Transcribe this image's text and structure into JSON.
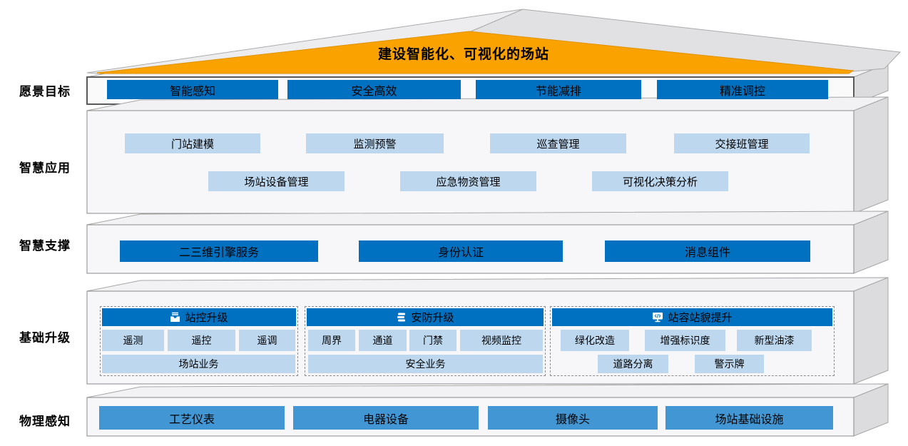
{
  "roof": {
    "title": "建设智能化、可视化的场站"
  },
  "vision": {
    "label": "愿景目标",
    "buttons": [
      "智能感知",
      "安全高效",
      "节能减排",
      "精准调控"
    ]
  },
  "apps": {
    "label": "智慧应用",
    "row1": [
      "门站建模",
      "监测预警",
      "巡查管理",
      "交接班管理"
    ],
    "row2": [
      "场站设备管理",
      "应急物资管理",
      "可视化决策分析"
    ]
  },
  "support": {
    "label": "智慧支撑",
    "buttons": [
      "二三维引擎服务",
      "身份认证",
      "消息组件"
    ]
  },
  "upgrade": {
    "label": "基础升级",
    "groups": [
      {
        "title": "站控升级",
        "icon": "inbox-upgrade-icon",
        "items": [
          "遥测",
          "遥控",
          "遥调"
        ],
        "footer": "场站业务"
      },
      {
        "title": "安防升级",
        "icon": "layers-stack-icon",
        "items": [
          "周界",
          "通道",
          "门禁",
          "视频监控"
        ],
        "footer": "安全业务"
      },
      {
        "title": "站容站貌提升",
        "icon": "monitor-code-icon",
        "items": [
          "绿化改造",
          "增强标识度",
          "新型油漆"
        ],
        "items2": [
          "道路分离",
          "警示牌"
        ]
      }
    ]
  },
  "physical": {
    "label": "物理感知",
    "buttons": [
      "工艺仪表",
      "电器设备",
      "摄像头",
      "场站基础设施"
    ]
  },
  "colors": {
    "dark_blue": "#0070C0",
    "light_blue": "#BDD7EE",
    "medium_blue": "#4296D3",
    "roof_orange": "#F9A200",
    "slab_face": "#f7f7f9",
    "slab_side": "#dcdcde"
  }
}
